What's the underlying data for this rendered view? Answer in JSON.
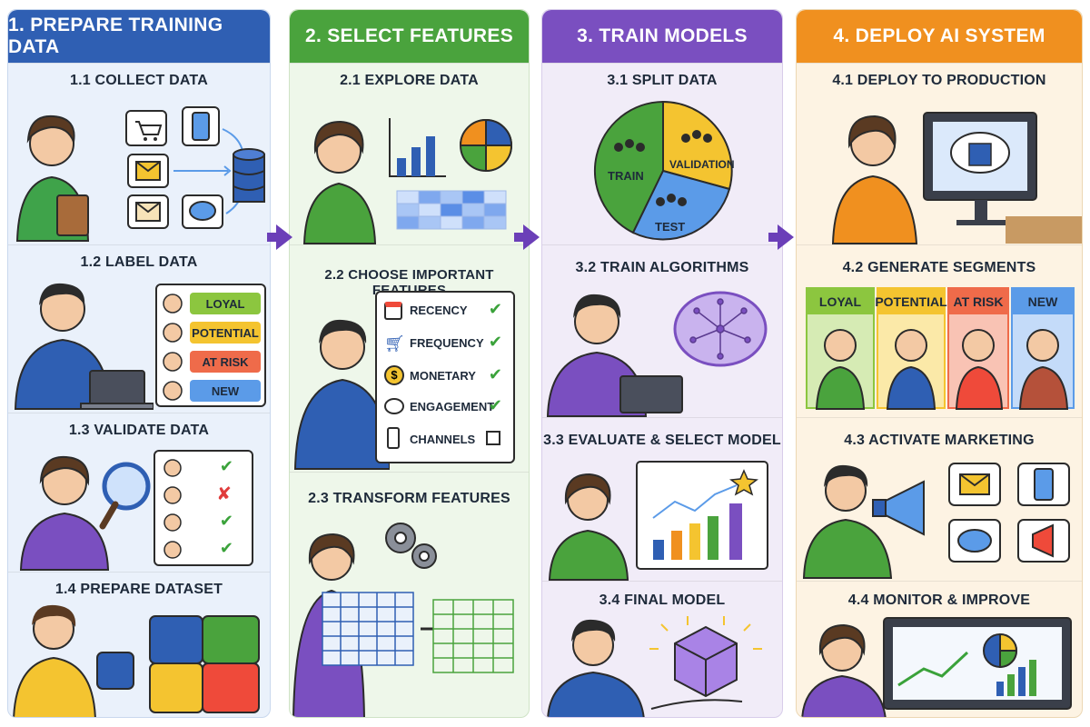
{
  "columns": [
    {
      "title": "1. PREPARE TRAINING DATA",
      "steps": [
        {
          "title": "1.1 COLLECT DATA"
        },
        {
          "title": "1.2 LABEL DATA",
          "labels": [
            "LOYAL",
            "POTENTIAL",
            "AT RISK",
            "NEW"
          ]
        },
        {
          "title": "1.3 VALIDATE DATA"
        },
        {
          "title": "1.4 PREPARE DATASET"
        }
      ]
    },
    {
      "title": "2. SELECT FEATURES",
      "steps": [
        {
          "title": "2.1 EXPLORE DATA"
        },
        {
          "title": "2.2 CHOOSE IMPORTANT FEATURES",
          "features": [
            "RECENCY",
            "FREQUENCY",
            "MONETARY",
            "ENGAGEMENT",
            "CHANNELS"
          ]
        },
        {
          "title": "2.3 TRANSFORM FEATURES"
        }
      ]
    },
    {
      "title": "3. TRAIN MODELS",
      "steps": [
        {
          "title": "3.1 SPLIT DATA",
          "splits": [
            "TRAIN",
            "VALIDATION",
            "TEST"
          ]
        },
        {
          "title": "3.2 TRAIN ALGORITHMS"
        },
        {
          "title": "3.3 EVALUATE & SELECT MODEL"
        },
        {
          "title": "3.4 FINAL MODEL"
        }
      ]
    },
    {
      "title": "4. DEPLOY AI SYSTEM",
      "steps": [
        {
          "title": "4.1 DEPLOY TO PRODUCTION"
        },
        {
          "title": "4.2 GENERATE SEGMENTS",
          "segments": [
            "LOYAL",
            "POTENTIAL",
            "AT RISK",
            "NEW"
          ]
        },
        {
          "title": "4.3 ACTIVATE MARKETING"
        },
        {
          "title": "4.4 MONITOR & IMPROVE"
        }
      ]
    }
  ],
  "colors": {
    "col1": "#2f5fb3",
    "col2": "#4aa33d",
    "col3": "#7a4fc0",
    "col4": "#f0901f",
    "loyal": "#8cc63f",
    "potential": "#f4c430",
    "at_risk": "#ef6b4a",
    "new": "#5b9be8",
    "arrow": "#6b3fb8"
  }
}
